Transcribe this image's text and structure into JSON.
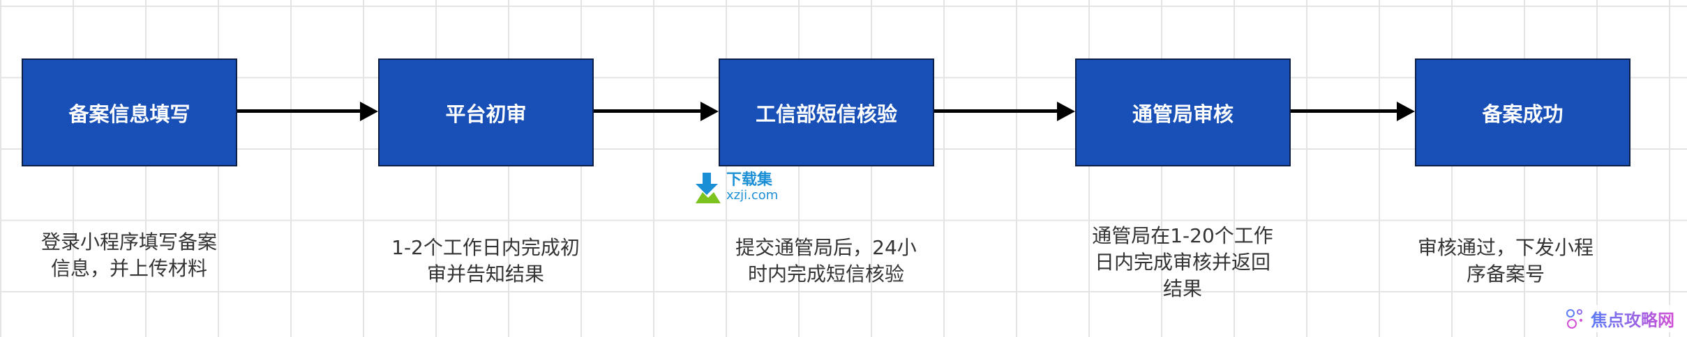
{
  "steps": [
    {
      "label": "备案信息填写",
      "desc": [
        "登录小程序填写备案",
        "信息，并上传材料"
      ]
    },
    {
      "label": "平台初审",
      "desc": [
        "1-2个工作日内完成初",
        "审并告知结果"
      ]
    },
    {
      "label": "工信部短信核验",
      "desc": [
        "提交通管局后，24小",
        "时内完成短信核验"
      ]
    },
    {
      "label": "通管局审核",
      "desc": [
        "通管局在1-20个工作",
        "日内完成审核并返回",
        "结果"
      ]
    },
    {
      "label": "备案成功",
      "desc": [
        "审核通过，下发小程",
        "序备案号"
      ]
    }
  ],
  "colors": {
    "box": "#1850b7",
    "arrow": "#000000",
    "text": "#333333"
  },
  "watermarks": {
    "xzji_cn": "下载集",
    "xzji_en": "xzji.com",
    "corner": "焦点攻略网"
  }
}
